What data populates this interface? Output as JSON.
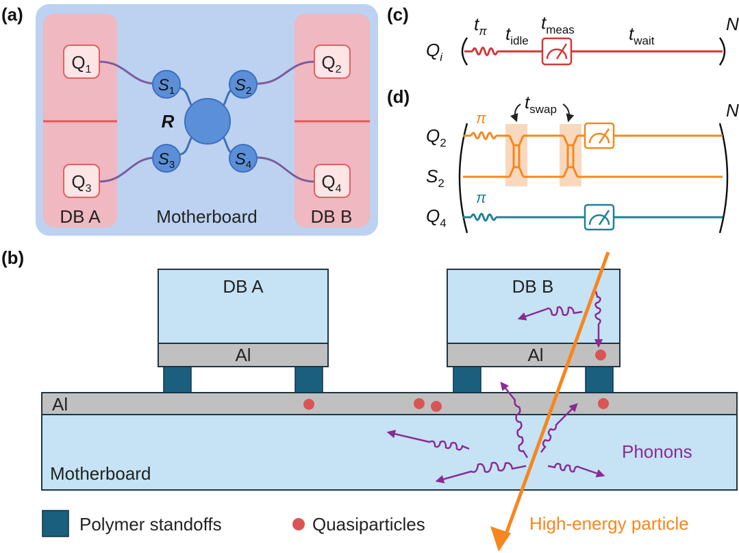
{
  "panels": {
    "a": "(a)",
    "b": "(b)",
    "c": "(c)",
    "d": "(d)"
  },
  "panel_a": {
    "qubits": [
      {
        "base": "Q",
        "sub": "1"
      },
      {
        "base": "Q",
        "sub": "2"
      },
      {
        "base": "Q",
        "sub": "3"
      },
      {
        "base": "Q",
        "sub": "4"
      }
    ],
    "sites": [
      {
        "base": "S",
        "sub": "1"
      },
      {
        "base": "S",
        "sub": "2"
      },
      {
        "base": "S",
        "sub": "3"
      },
      {
        "base": "S",
        "sub": "4"
      }
    ],
    "resonator_label": "R",
    "label_db_a": "DB A",
    "label_db_b": "DB B",
    "label_motherboard": "Motherboard",
    "colors": {
      "motherboard_fill": "#bcd2f0",
      "db_fill": "#f0b8c0",
      "qubit_fill": "#fde5e6",
      "qubit_stroke": "#e06060",
      "site_fill": "#5b8fd8",
      "site_stroke": "#3b6fc0",
      "wire": "#3e6fb8"
    }
  },
  "panel_b": {
    "db_a_label": "DB A",
    "db_b_label": "DB B",
    "al_label_db_a": "Al",
    "al_label_db_b": "Al",
    "al_label_mb": "Al",
    "motherboard_label": "Motherboard",
    "phonons_label": "Phonons",
    "high_energy_label": "High-energy particle",
    "legend": {
      "standoffs": "Polymer standoffs",
      "quasiparticles": "Quasiparticles"
    },
    "colors": {
      "substrate": "#c5e3f4",
      "aluminum": "#c0c0c0",
      "standoff": "#1b5f7f",
      "quasiparticle": "#d95555",
      "phonon": "#8a2b95",
      "particle": "#f7861e"
    }
  },
  "panel_c": {
    "qubit": {
      "base": "Q",
      "sub": "i"
    },
    "t_pi": {
      "base": "t",
      "sub": "π"
    },
    "t_idle": {
      "base": "t",
      "sub": "idle"
    },
    "t_meas": {
      "base": "t",
      "sub": "meas"
    },
    "t_wait": {
      "base": "t",
      "sub": "wait"
    },
    "repeat": "N",
    "color": "#d03838"
  },
  "panel_d": {
    "rows": [
      {
        "base": "Q",
        "sub": "2"
      },
      {
        "base": "S",
        "sub": "2"
      },
      {
        "base": "Q",
        "sub": "4"
      }
    ],
    "pi_q2": "π",
    "pi_q4": "π",
    "t_swap": {
      "base": "t",
      "sub": "swap"
    },
    "repeat": "N",
    "colors": {
      "orange": "#f5871f",
      "teal": "#1d8196",
      "swap_box": "#f9d9bd"
    }
  }
}
